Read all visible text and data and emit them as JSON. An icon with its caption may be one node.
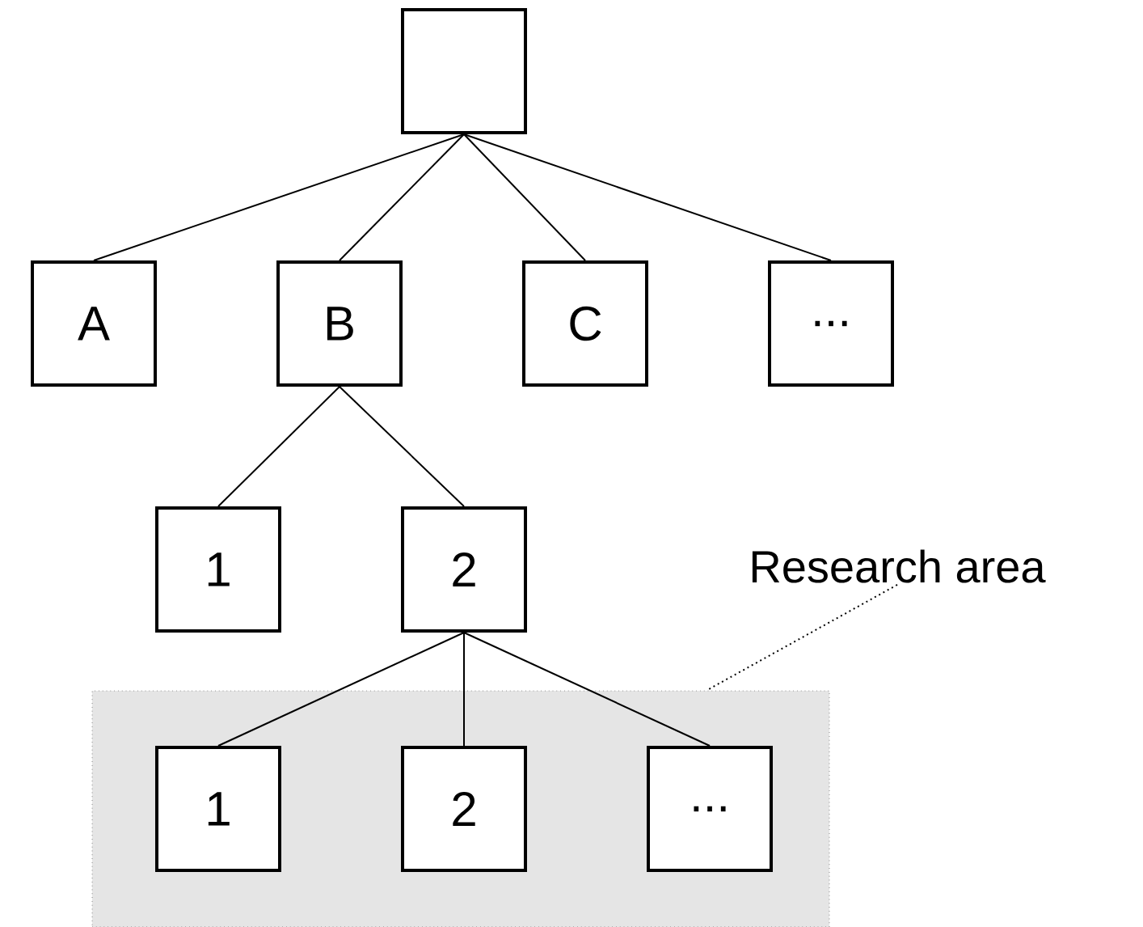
{
  "diagram": {
    "nodes": [
      {
        "text": [],
        "shape": "box"
      },
      {
        "text": [
          "A"
        ]
      },
      {
        "text": [
          "B"
        ]
      },
      {
        "text": [
          "C"
        ]
      },
      {
        "text": [
          "..."
        ]
      },
      {
        "text": [
          "1"
        ]
      },
      {
        "text": [
          "2"
        ]
      },
      {
        "text": [
          "Research area"
        ]
      },
      {
        "text": [],
        "shape": "box"
      },
      {
        "text": [
          "1"
        ],
        "in": 8
      },
      {
        "text": [
          "2"
        ],
        "in": 8
      },
      {
        "text": [
          "..."
        ],
        "in": 8
      }
    ],
    "edges": [
      {
        "from": 0,
        "to": 1,
        "arrow": "none"
      },
      {
        "from": 0,
        "to": 2,
        "arrow": "none"
      },
      {
        "from": 0,
        "to": 3,
        "arrow": "none"
      },
      {
        "from": 0,
        "to": 4,
        "arrow": "none"
      },
      {
        "from": 2,
        "to": 5,
        "arrow": "none"
      },
      {
        "from": 2,
        "to": 6,
        "arrow": "none"
      },
      {
        "from": 6,
        "to": 9,
        "arrow": "none"
      },
      {
        "from": 6,
        "to": 10,
        "arrow": "none"
      },
      {
        "from": 6,
        "to": 11,
        "arrow": "none"
      },
      {
        "from": 7,
        "to": 8,
        "arrow": "none",
        "style": "dashed"
      }
    ]
  }
}
